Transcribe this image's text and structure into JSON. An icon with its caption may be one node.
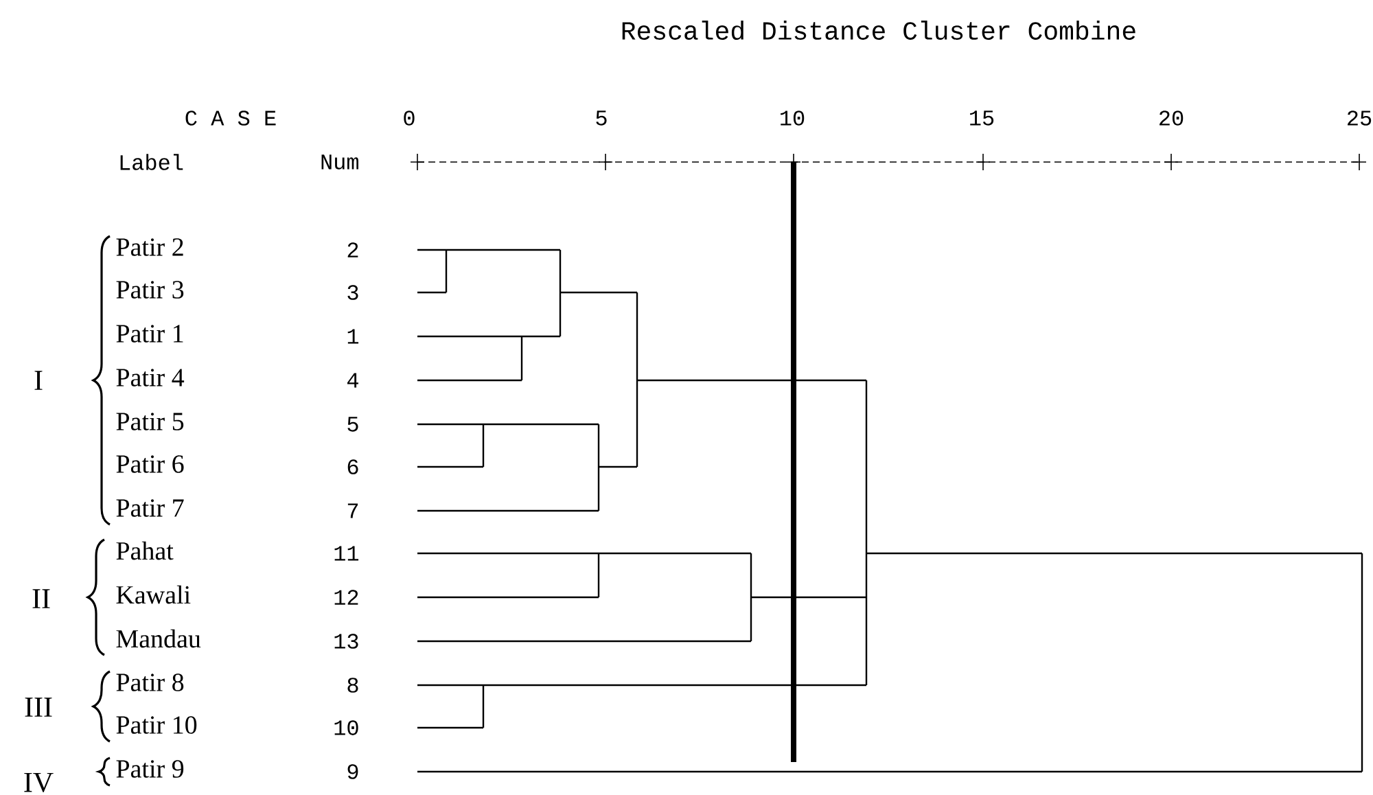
{
  "diagram": {
    "title": "Rescaled Distance Cluster Combine",
    "labels": [
      "C A S E",
      "0",
      "5",
      "10",
      "15",
      "20",
      "25",
      "Label",
      "Num",
      "Patir 2",
      "2",
      "Patir 3",
      "3",
      "Patir 1",
      "1",
      "Patir 4",
      "4",
      "Patir 5",
      "5",
      "Patir 6",
      "6",
      "Patir 7",
      "7",
      "Pahat",
      "11",
      "Kawali",
      "12",
      "Mandau",
      "13",
      "Patir 8",
      "8",
      "Patir 10",
      "10",
      "Patir 9",
      "9",
      "I",
      "II",
      "III",
      "IV"
    ]
  }
}
